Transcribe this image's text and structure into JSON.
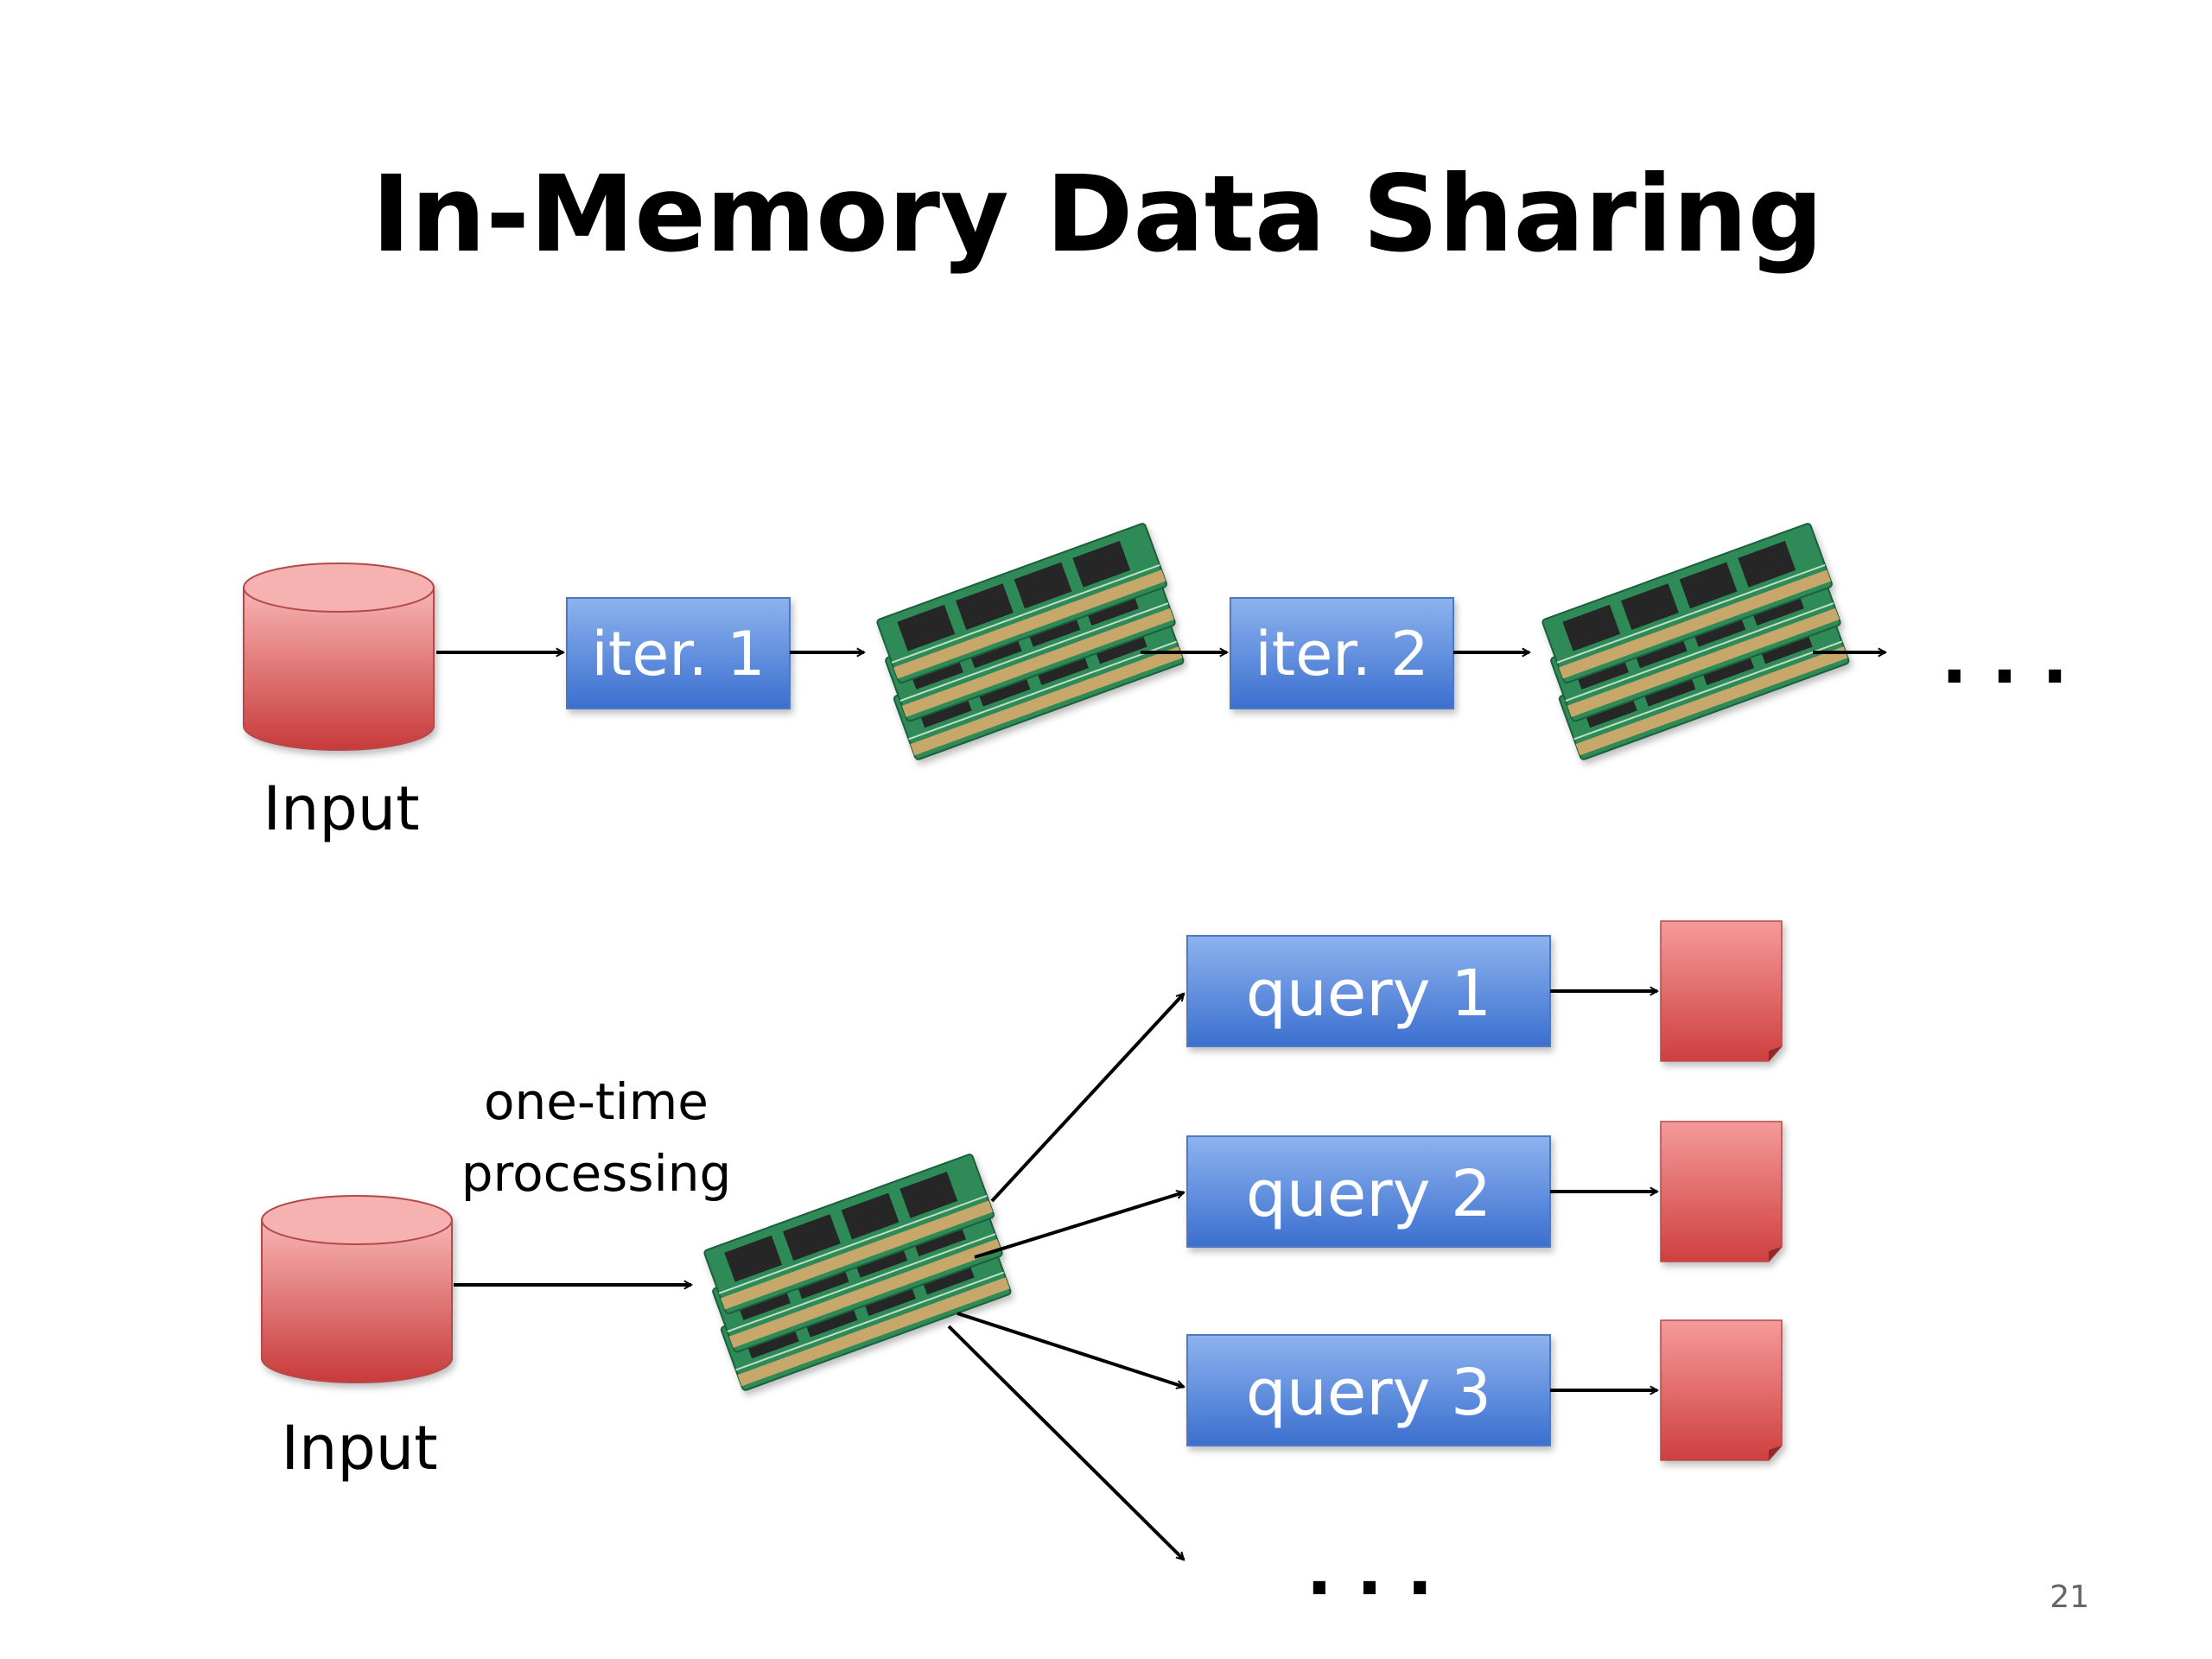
{
  "slide": {
    "title": "In-Memory Data Sharing",
    "page_number": "21"
  },
  "top_row": {
    "input_label": "Input",
    "steps": [
      "iter. 1",
      "iter. 2"
    ],
    "continuation": ". . ."
  },
  "bottom_row": {
    "input_label": "Input",
    "processing_label_line1": "one-time",
    "processing_label_line2": "processing",
    "queries": [
      "query 1",
      "query 2",
      "query 3"
    ],
    "continuation": ". . ."
  },
  "colors": {
    "box_top": "#8db3ee",
    "box_bottom": "#3b6fcf",
    "box_text": "#ffffff",
    "cylinder_top": "#f8b4b4",
    "cylinder_bottom": "#c83a3a",
    "doc_top": "#f59a9a",
    "doc_bottom": "#cf3f3f",
    "ram_board": "#2e8a57",
    "ram_chip": "#2b2b2b",
    "ram_contacts": "#c7a86a",
    "arrow": "#000000"
  },
  "icons": {
    "input_store": "database-cylinder-icon",
    "memory": "ram-stick-stack-icon",
    "result": "document-icon"
  }
}
